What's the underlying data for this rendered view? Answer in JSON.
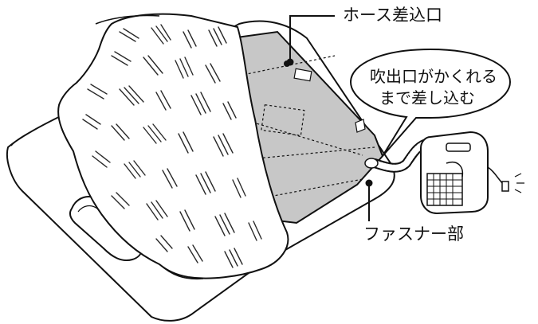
{
  "labels": {
    "hose_inlet": "ホース差込口",
    "fastener": "ファスナー部",
    "callout_line1": "吹出口がかくれる",
    "callout_line2": "まで差し込む"
  },
  "colors": {
    "outline": "#111111",
    "sheet_fill": "#c7c7c7",
    "background": "#ffffff",
    "hatch": "#2a2a2a"
  },
  "icons": {
    "dryer": "futon-dryer-unit",
    "hose": "corrugated-hose",
    "plug": "power-plug-icon",
    "pillow": "pillow",
    "futon": "futon-comforter",
    "mattress": "mattress"
  }
}
